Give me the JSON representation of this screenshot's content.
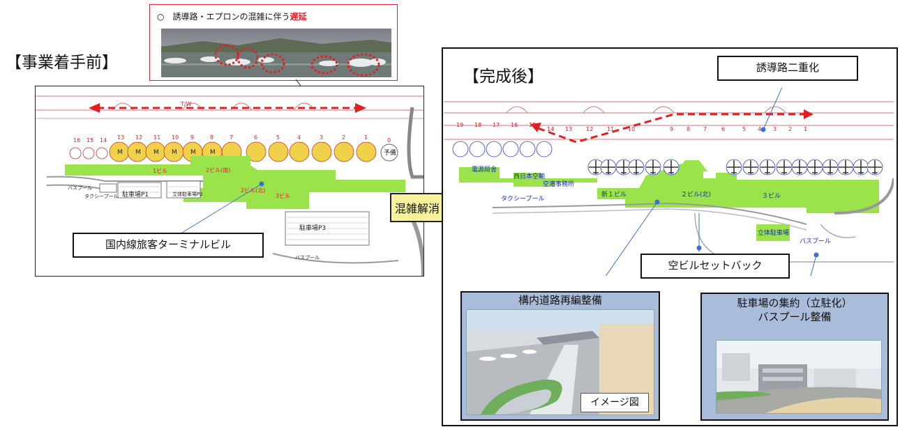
{
  "before": {
    "heading": "【事業着手前】",
    "photo_caption_prefix": "○　誘導路・エプロンの混雑に伴う",
    "photo_caption_emphasis": "遅延",
    "callout": "国内線旅客ターミナルビル",
    "plan": {
      "taxiway": "T/W",
      "spots": [
        "16",
        "15",
        "14",
        "13",
        "12",
        "11",
        "10",
        "9",
        "8",
        "7",
        "6",
        "5",
        "4",
        "3",
        "2",
        "1",
        "0"
      ],
      "spot_m": "M",
      "spare": "予備",
      "buildings": [
        "1ビル",
        "2ビル(南)",
        "2ビル(北)",
        "3ビル"
      ],
      "parking": [
        "駐車場P1",
        "立体駐車場P2",
        "駐車場P3"
      ],
      "pool_labels": [
        "バスプール",
        "タクシープール",
        "バスプール"
      ]
    }
  },
  "middle_arrow": {
    "label": "混雑解消"
  },
  "after": {
    "heading": "【完成後】",
    "callout_top": "誘導路二重化",
    "callout_mid": "空ビルセットバック",
    "plan": {
      "spots_upper": [
        "19",
        "18",
        "17",
        "16",
        "15",
        "14",
        "13",
        "12",
        "11",
        "10",
        "9",
        "8",
        "7",
        "6",
        "5",
        "4",
        "3",
        "2",
        "1"
      ],
      "labels": [
        "電源局舎",
        "西日本空輸",
        "空港事務所",
        "タクシープール",
        "新１ビル",
        "２ビル(北)",
        "３ビル",
        "立体駐車場",
        "バスプール"
      ]
    },
    "panel_left": {
      "title": "構内道路再編整備",
      "image_label": "イメージ図"
    },
    "panel_right": {
      "title_line1": "駐車場の集約（立駐化）",
      "title_line2": "バスプール整備"
    }
  },
  "colors": {
    "accent_red": "#d9242a",
    "terminal_green": "#9be34a",
    "stand_yellow": "#f1d04a",
    "arrow_fill": "#f6f19a",
    "panel_blue": "#a9bcd9",
    "label_blue": "#1b28b8"
  }
}
